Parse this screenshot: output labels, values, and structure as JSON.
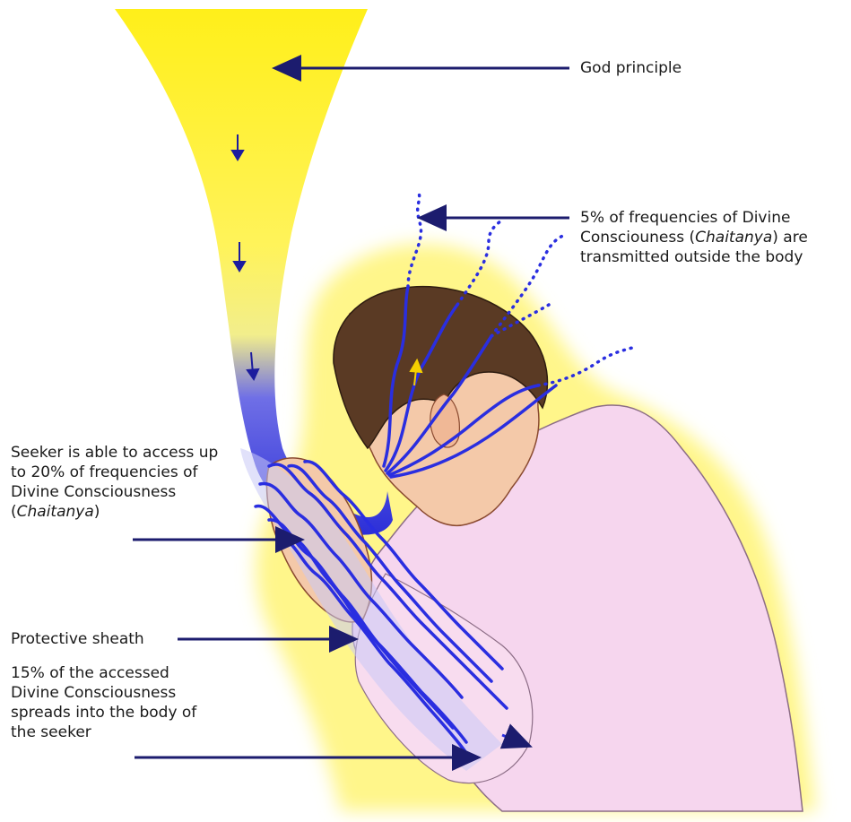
{
  "labels": {
    "god_principle": "God principle",
    "outside_body": {
      "line1": "5% of frequencies of Divine",
      "line2_pre": "Consciouness (",
      "line2_italic": "Chaitanya",
      "line2_post": ") are",
      "line3": "transmitted outside the body"
    },
    "seeker_access": {
      "line1": "Seeker is able to access up",
      "line2": "to 20% of frequencies of",
      "line3": "Divine Consciousness",
      "line4_pre": "(",
      "line4_italic": "Chaitanya",
      "line4_post": ")"
    },
    "protective_sheath": "Protective sheath",
    "spreads_into_body": {
      "line1": "15% of the accessed",
      "line2": "Divine Consciousness",
      "line3": "spreads into the body of",
      "line4": "the seeker"
    }
  },
  "colors": {
    "divine_light": "#fff200",
    "frequency_waves": "#2a2ee0",
    "arrows": "#1c1c6e",
    "skin": "#f4c9a9",
    "hair": "#5a3a24",
    "shirt": "#f6d6ee",
    "aura": "#fff68a"
  }
}
